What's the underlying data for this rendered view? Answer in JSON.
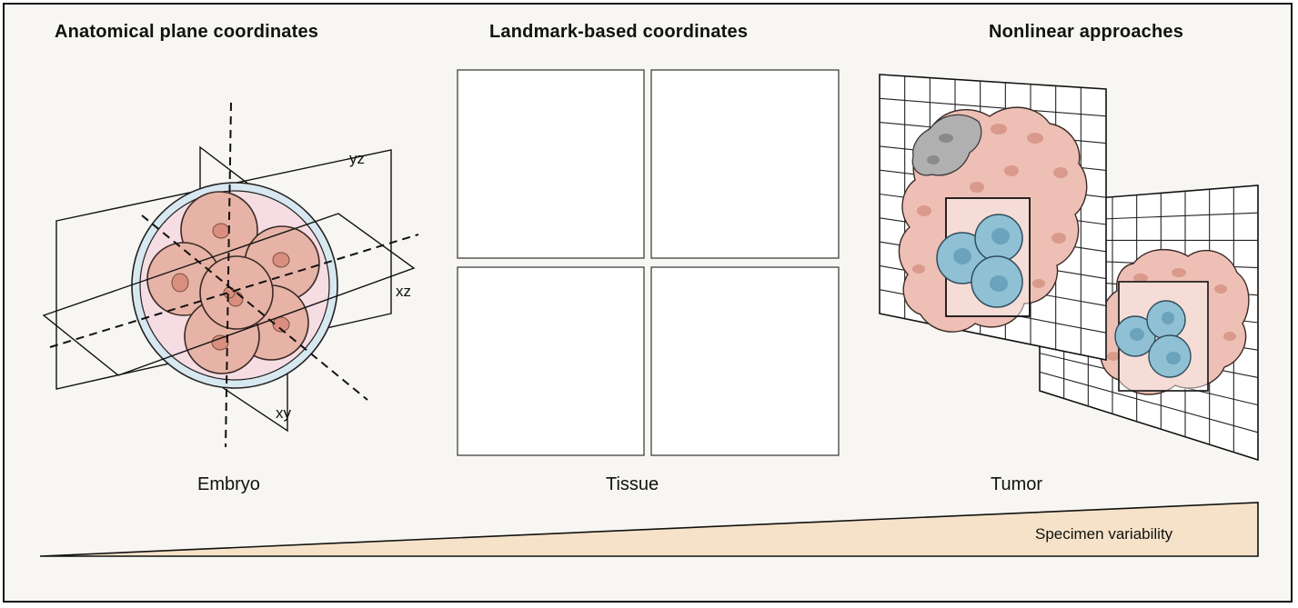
{
  "headings": {
    "anatomical": "Anatomical plane coordinates",
    "landmark": "Landmark-based coordinates",
    "nonlinear": "Nonlinear approaches"
  },
  "captions": {
    "embryo": "Embryo",
    "tissue": "Tissue",
    "tumor": "Tumor"
  },
  "plane_labels": {
    "yz": "yz",
    "xz": "xz",
    "xy": "xy"
  },
  "variability_label": "Specimen variability",
  "colors": {
    "embryo_cell": "#e6b3a6",
    "embryo_zona": "#d8e8f0",
    "lung_gray": "#9c9c9c",
    "lung_blue": "#a9cfd9",
    "tumor_pink": "#eebfb5",
    "tumor_blue": "#8fc0d4",
    "landmark_red": "#d9161c",
    "wedge_fill": "#f6e2c8"
  }
}
